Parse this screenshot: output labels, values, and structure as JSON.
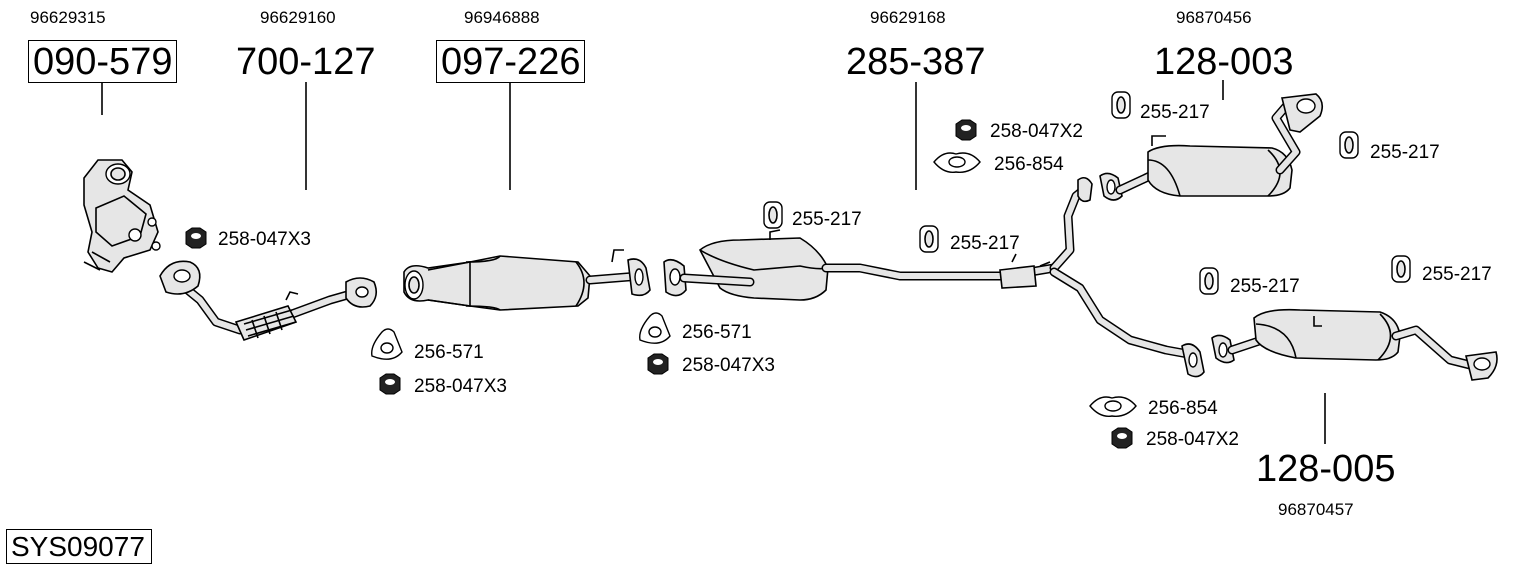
{
  "title": "SYS09077",
  "parts": [
    {
      "code": "090-579",
      "oe": "96629315",
      "boxed": true
    },
    {
      "code": "700-127",
      "oe": "96629160",
      "boxed": false
    },
    {
      "code": "097-226",
      "oe": "96946888",
      "boxed": true
    },
    {
      "code": "285-387",
      "oe": "96629168",
      "boxed": false
    },
    {
      "code": "128-003",
      "oe": "96870456",
      "boxed": false
    },
    {
      "code": "128-005",
      "oe": "96870457",
      "boxed": false
    }
  ],
  "small_parts": [
    {
      "label": "258-047X3",
      "icon": "nut"
    },
    {
      "label": "256-571",
      "icon": "gasket"
    },
    {
      "label": "258-047X3",
      "icon": "nut"
    },
    {
      "label": "256-571",
      "icon": "gasket"
    },
    {
      "label": "258-047X3",
      "icon": "nut"
    },
    {
      "label": "255-217",
      "icon": "rubber-hanger"
    },
    {
      "label": "255-217",
      "icon": "rubber-hanger"
    },
    {
      "label": "258-047X2",
      "icon": "nut"
    },
    {
      "label": "256-854",
      "icon": "gasket"
    },
    {
      "label": "255-217",
      "icon": "rubber-hanger"
    },
    {
      "label": "255-217",
      "icon": "rubber-hanger"
    },
    {
      "label": "255-217",
      "icon": "rubber-hanger"
    },
    {
      "label": "255-217",
      "icon": "rubber-hanger"
    },
    {
      "label": "256-854",
      "icon": "gasket"
    },
    {
      "label": "258-047X2",
      "icon": "nut"
    }
  ]
}
